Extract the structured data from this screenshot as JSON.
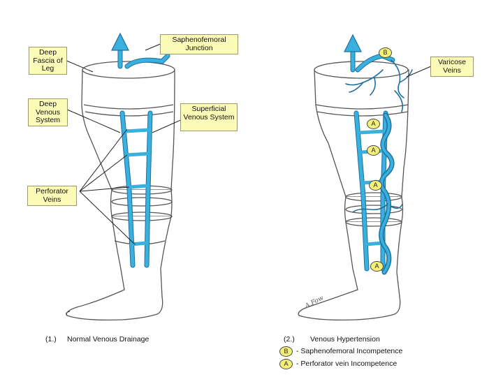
{
  "labels": {
    "deep_fascia": "Deep Fascia of Leg",
    "saphenofemoral_junction": "Saphenofemoral Junction",
    "deep_venous_system": "Deep Venous System",
    "superficial_venous_system": "Superficial Venous System",
    "perforator_veins": "Perforator Veins",
    "varicose_veins": "Varicose Veins"
  },
  "captions": {
    "panel1_number": "(1.)",
    "panel1_title": "Normal Venous Drainage",
    "panel2_number": "(2.)",
    "panel2_title": "Venous Hypertension"
  },
  "legend": [
    {
      "badge": "B",
      "text": "- Saphenofemoral Incompetence"
    },
    {
      "badge": "A",
      "text": "- Perforator vein Incompetence"
    }
  ],
  "badges": {
    "b": "B",
    "a": "A"
  },
  "signature": "A.Fow",
  "colors": {
    "vein": "#3ab0de",
    "vein_dark": "#1f6f9e",
    "label_bg": "#fdfbb8",
    "badge_bg": "#f5f07a",
    "outline": "#555555"
  }
}
